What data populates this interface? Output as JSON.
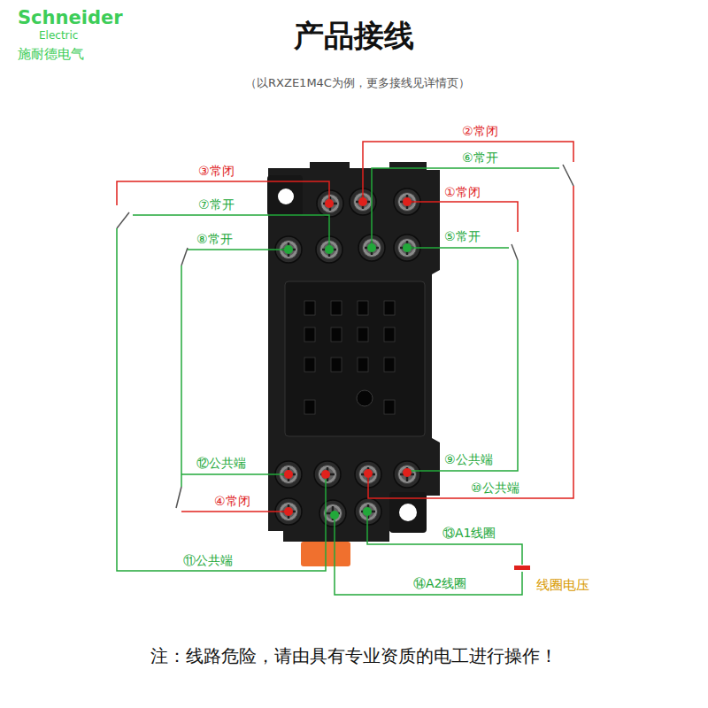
{
  "diagram": {
    "title": "产品接线",
    "caption": "注：线路危险，请由具有专业资质的电工进行操作！",
    "labels": [
      "Schneider",
      "Electric",
      "施耐德电气",
      "（以RXZE1M4C为例，更多接线见详情页）",
      "②常闭",
      "⑥常开",
      "③常闭",
      "①常闭",
      "⑦常开",
      "⑧常开",
      "⑤常开",
      "⑫公共端",
      "⑨公共端",
      "⑩公共端",
      "④常闭",
      "⑪公共端",
      "⑬A1线圈",
      "⑭A2线圈",
      "线圈电压"
    ]
  }
}
